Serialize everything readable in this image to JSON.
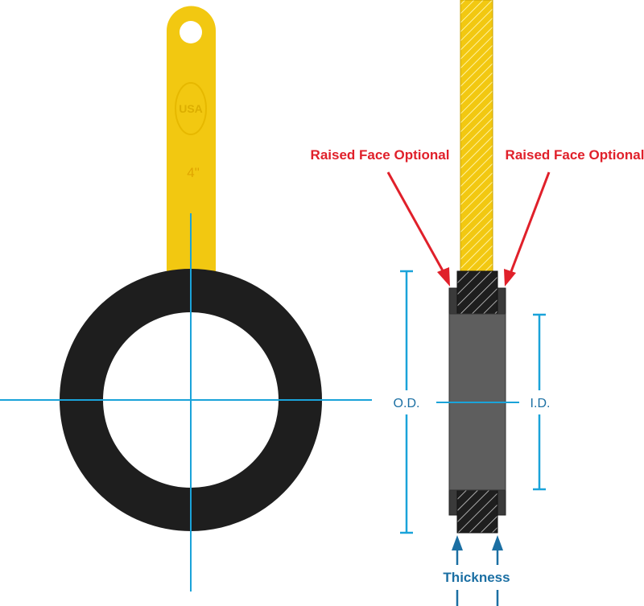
{
  "size_label": "4\"",
  "logo_text": "USA",
  "labels": {
    "raised_face_left": "Raised Face Optional",
    "raised_face_right": "Raised Face Optional",
    "od": "O.D.",
    "id": "I.D.",
    "thickness": "Thickness"
  },
  "colors": {
    "handle": "#f2c811",
    "ring": "#1e1e1e",
    "guide": "#1aa3d9",
    "annotation_red": "#e0202a",
    "thickness_blue": "#1b6fa3",
    "gasket_gray": "#5e5e5e"
  }
}
